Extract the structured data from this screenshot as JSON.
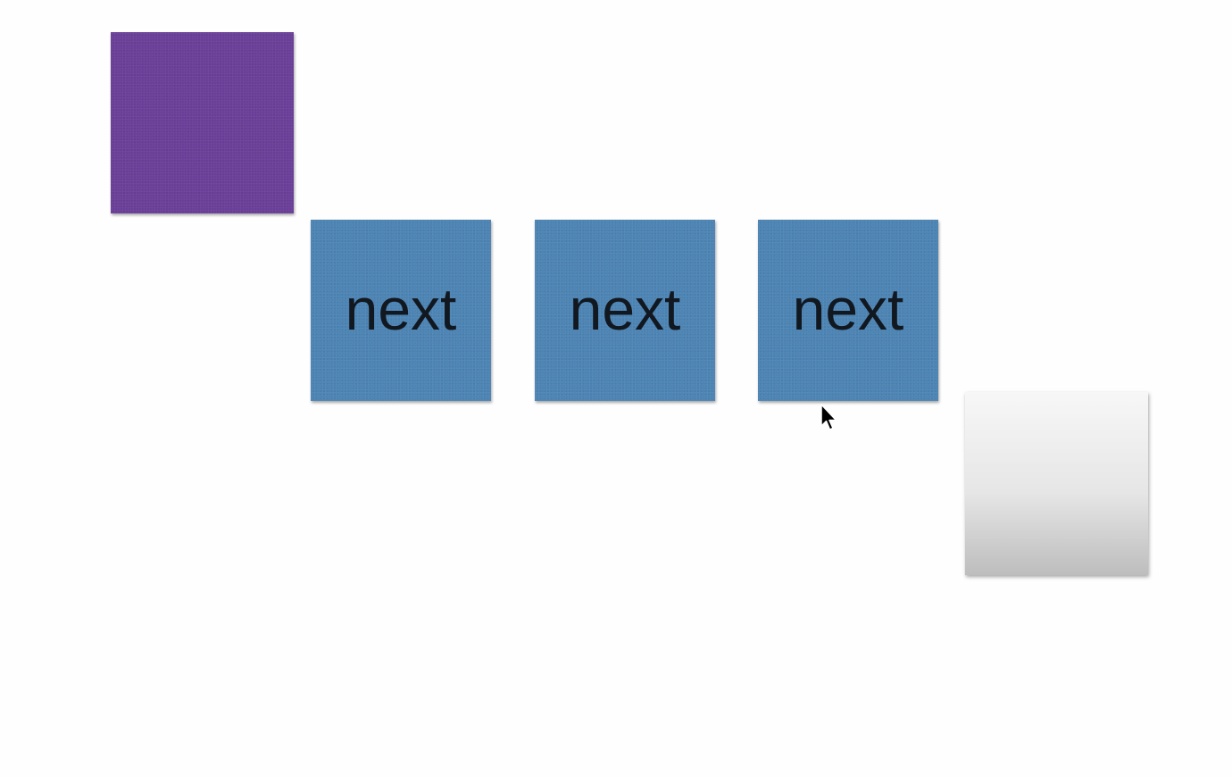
{
  "colors": {
    "head_card": "#6a3f98",
    "node_card": "#4d84b4",
    "node_text": "#111820",
    "tail_card_top": "#f7f7f7",
    "tail_card_bottom": "#bdbdbd",
    "background": "#fefefe"
  },
  "nodes": [
    {
      "label": "next"
    },
    {
      "label": "next"
    },
    {
      "label": "next"
    }
  ],
  "icons": {
    "cursor": "mouse-pointer-icon"
  }
}
